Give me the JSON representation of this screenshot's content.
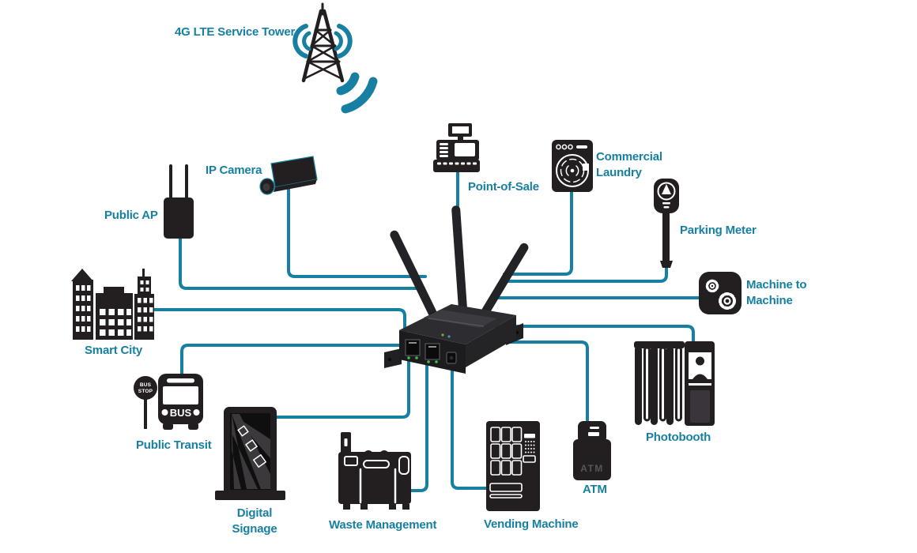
{
  "colors": {
    "accent": "#1780A2",
    "icon": "#231F20",
    "background": "#FFFFFF"
  },
  "labels": {
    "tower": "4G LTE Service Tower",
    "ip_camera": "IP Camera",
    "public_ap": "Public AP",
    "point_of_sale": "Point-of-Sale",
    "commercial_laundry": "Commercial Laundry",
    "parking_meter": "Parking Meter",
    "machine_to_machine": "Machine to Machine",
    "smart_city": "Smart City",
    "public_transit": "Public Transit",
    "digital_signage": "Digital Signage",
    "waste_management": "Waste Management",
    "vending_machine": "Vending Machine",
    "atm": "ATM",
    "photobooth": "Photobooth"
  },
  "icon_texts": {
    "bus_stop_line1": "BUS",
    "bus_stop_line2": "STOP",
    "bus_front": "BUS",
    "atm_machine": "ATM"
  },
  "connections": [
    {
      "from": "tower",
      "to": "router",
      "type": "wireless"
    },
    {
      "from": "public_ap",
      "to": "router",
      "type": "wired"
    },
    {
      "from": "ip_camera",
      "to": "router",
      "type": "wired"
    },
    {
      "from": "point_of_sale",
      "to": "router",
      "type": "wired"
    },
    {
      "from": "commercial_laundry",
      "to": "router",
      "type": "wired"
    },
    {
      "from": "parking_meter",
      "to": "router",
      "type": "wired"
    },
    {
      "from": "machine_to_machine",
      "to": "router",
      "type": "wired"
    },
    {
      "from": "smart_city",
      "to": "router",
      "type": "wired"
    },
    {
      "from": "public_transit",
      "to": "router",
      "type": "wired"
    },
    {
      "from": "digital_signage",
      "to": "router",
      "type": "wired"
    },
    {
      "from": "waste_management",
      "to": "router",
      "type": "wired"
    },
    {
      "from": "vending_machine",
      "to": "router",
      "type": "wired"
    },
    {
      "from": "atm",
      "to": "router",
      "type": "wired"
    },
    {
      "from": "photobooth",
      "to": "router",
      "type": "wired"
    }
  ]
}
